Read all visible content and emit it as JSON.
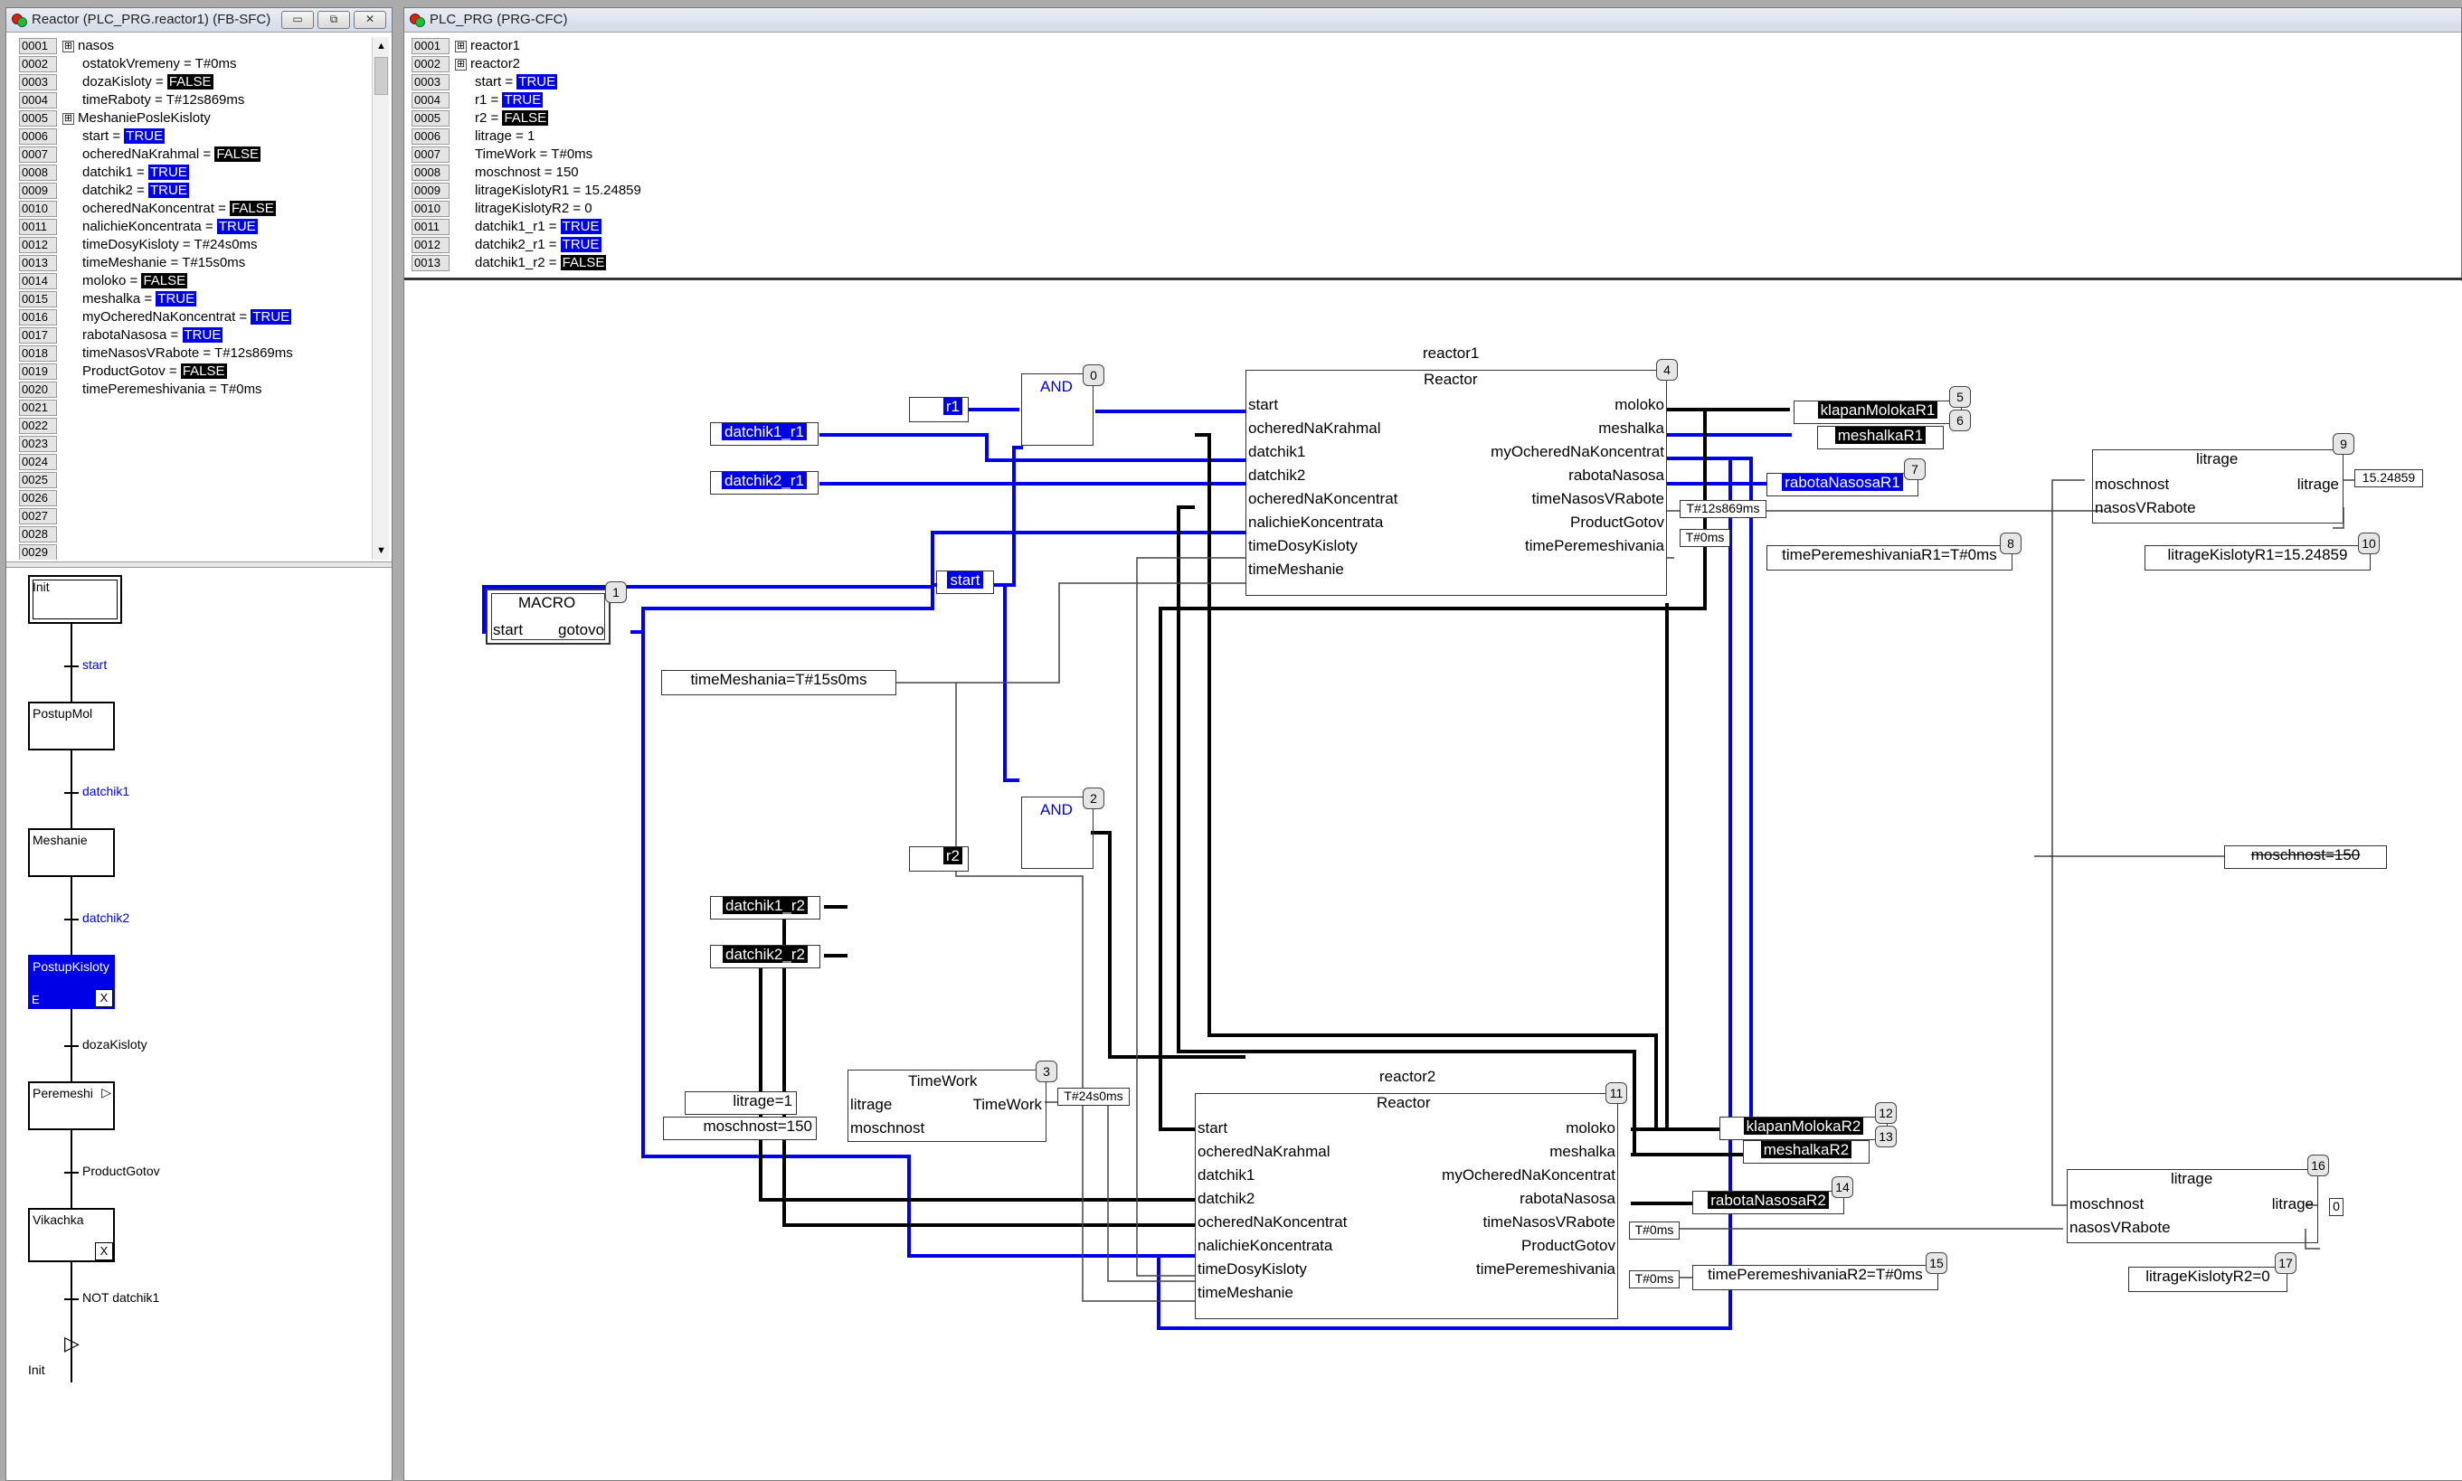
{
  "left_window": {
    "title": "Reactor (PLC_PRG.reactor1) (FB-SFC)",
    "buttons": {
      "minimize": "▭",
      "restore": "⧉",
      "close": "✕"
    },
    "variables": [
      {
        "num": "0001",
        "text": "nasos",
        "expand": "⊞"
      },
      {
        "num": "0002",
        "text": "ostatokVremeny = T#0ms"
      },
      {
        "num": "0003",
        "text": "dozaKisloty = ",
        "val": "FALSE"
      },
      {
        "num": "0004",
        "text": "timeRaboty = T#12s869ms"
      },
      {
        "num": "0005",
        "text": "MeshaniePosleKisloty",
        "expand": "⊞"
      },
      {
        "num": "0006",
        "text": "start = ",
        "val": "TRUE"
      },
      {
        "num": "0007",
        "text": "ocheredNaKrahmal = ",
        "val": "FALSE"
      },
      {
        "num": "0008",
        "text": "datchik1 = ",
        "val": "TRUE"
      },
      {
        "num": "0009",
        "text": "datchik2 = ",
        "val": "TRUE"
      },
      {
        "num": "0010",
        "text": "ocheredNaKoncentrat = ",
        "val": "FALSE"
      },
      {
        "num": "0011",
        "text": "nalichieKoncentrata = ",
        "val": "TRUE"
      },
      {
        "num": "0012",
        "text": "timeDosyKisloty = T#24s0ms"
      },
      {
        "num": "0013",
        "text": "timeMeshanie = T#15s0ms"
      },
      {
        "num": "0014",
        "text": "moloko = ",
        "val": "FALSE"
      },
      {
        "num": "0015",
        "text": "meshalka = ",
        "val": "TRUE"
      },
      {
        "num": "0016",
        "text": "myOcheredNaKoncentrat = ",
        "val": "TRUE"
      },
      {
        "num": "0017",
        "text": "rabotaNasosa = ",
        "val": "TRUE"
      },
      {
        "num": "0018",
        "text": "timeNasosVRabote = T#12s869ms"
      },
      {
        "num": "0019",
        "text": "ProductGotov = ",
        "val": "FALSE"
      },
      {
        "num": "0020",
        "text": "timePeremeshivania = T#0ms"
      },
      {
        "num": "0021",
        "text": ""
      },
      {
        "num": "0022",
        "text": ""
      },
      {
        "num": "0023",
        "text": ""
      },
      {
        "num": "0024",
        "text": ""
      },
      {
        "num": "0025",
        "text": ""
      },
      {
        "num": "0026",
        "text": ""
      },
      {
        "num": "0027",
        "text": ""
      },
      {
        "num": "0028",
        "text": ""
      },
      {
        "num": "0029",
        "text": ""
      }
    ],
    "sfc": {
      "steps": [
        "Init",
        "PostupMol",
        "Meshanie",
        "PostupKisloty",
        "Peremeshi",
        "Vikachka"
      ],
      "step_flags": {
        "E": "E",
        "X": "X"
      },
      "transitions": [
        "start",
        "datchik1",
        "datchik2",
        "dozaKisloty",
        "ProductGotov",
        "NOT datchik1"
      ],
      "jump_target": "Init"
    }
  },
  "right_window": {
    "title": "PLC_PRG (PRG-CFC)",
    "variables": [
      {
        "num": "0001",
        "text": "reactor1",
        "expand": "⊞"
      },
      {
        "num": "0002",
        "text": "reactor2",
        "expand": "⊞"
      },
      {
        "num": "0003",
        "text": "start = ",
        "val": "TRUE"
      },
      {
        "num": "0004",
        "text": "r1 = ",
        "val": "TRUE"
      },
      {
        "num": "0005",
        "text": "r2 = ",
        "val": "FALSE"
      },
      {
        "num": "0006",
        "text": "litrage = 1"
      },
      {
        "num": "0007",
        "text": "TimeWork = T#0ms"
      },
      {
        "num": "0008",
        "text": "moschnost = 150"
      },
      {
        "num": "0009",
        "text": "litrageKislotyR1 = 15.24859"
      },
      {
        "num": "0010",
        "text": "litrageKislotyR2 = 0"
      },
      {
        "num": "0011",
        "text": "datchik1_r1 = ",
        "val": "TRUE"
      },
      {
        "num": "0012",
        "text": "datchik2_r1 = ",
        "val": "TRUE"
      },
      {
        "num": "0013",
        "text": "datchik1_r2 = ",
        "val": "FALSE"
      }
    ]
  },
  "cfc": {
    "and_label": "AND",
    "macro": {
      "title": "MACRO",
      "in": "start",
      "out": "gotovo",
      "num": "1"
    },
    "and1": {
      "num": "0"
    },
    "and2": {
      "num": "2"
    },
    "inputs": {
      "r1": "r1",
      "datchik1_r1": "datchik1_r1",
      "datchik2_r1": "datchik2_r1",
      "start": "start",
      "timeMeshania": "timeMeshania=T#15s0ms",
      "r2": "r2",
      "datchik1_r2": "datchik1_r2",
      "datchik2_r2": "datchik2_r2",
      "litrage1": "litrage=1",
      "moschnost150": "moschnost=150",
      "moschnost150b": "moschnost=150"
    },
    "reactor1": {
      "instance": "reactor1",
      "type": "Reactor",
      "num": "4",
      "ins": [
        "start",
        "ocheredNaKrahmal",
        "datchik1",
        "datchik2",
        "ocheredNaKoncentrat",
        "nalichieKoncentrata",
        "timeDosyKisloty",
        "timeMeshanie"
      ],
      "outs": [
        "moloko",
        "meshalka",
        "myOcheredNaKoncentrat",
        "rabotaNasosa",
        "timeNasosVRabote",
        "ProductGotov",
        "timePeremeshivania"
      ],
      "out_vals": {
        "timeNasos": "T#12s869ms",
        "timePer": "T#0ms"
      }
    },
    "reactor2": {
      "instance": "reactor2",
      "type": "Reactor",
      "num": "11",
      "ins": [
        "start",
        "ocheredNaKrahmal",
        "datchik1",
        "datchik2",
        "ocheredNaKoncentrat",
        "nalichieKoncentrata",
        "timeDosyKisloty",
        "timeMeshanie"
      ],
      "outs": [
        "moloko",
        "meshalka",
        "myOcheredNaKoncentrat",
        "rabotaNasosa",
        "timeNasosVRabote",
        "ProductGotov",
        "timePeremeshivania"
      ],
      "out_vals": {
        "timeNasos": "T#0ms",
        "timePer": "T#0ms"
      }
    },
    "timework": {
      "title": "TimeWork",
      "in1": "litrage",
      "in2": "moschnost",
      "out": "TimeWork",
      "out_val": "T#24s0ms",
      "num": "3"
    },
    "litrage1": {
      "title": "litrage",
      "in1": "moschnost",
      "in2": "nasosVRabote",
      "out": "litrage",
      "out_val": "15.24859",
      "num": "9"
    },
    "litrage2": {
      "title": "litrage",
      "in1": "moschnost",
      "in2": "nasosVRabote",
      "out": "litrage",
      "out_val": "0",
      "num": "16"
    },
    "outputs": {
      "klapanMolokaR1": {
        "text": "klapanMolokaR1",
        "num": "5"
      },
      "meshalkaR1": {
        "text": "meshalkaR1",
        "num": "6"
      },
      "rabotaNasosaR1": {
        "text": "rabotaNasosaR1",
        "num": "7"
      },
      "timePeremeshivaniaR1": {
        "text": "timePeremeshivaniaR1=T#0ms",
        "num": "8"
      },
      "litrageKislotyR1": {
        "text": "litrageKislotyR1=15.24859",
        "num": "10"
      },
      "klapanMolokaR2": {
        "text": "klapanMolokaR2",
        "num": "12"
      },
      "meshalkaR2": {
        "text": "meshalkaR2",
        "num": "13"
      },
      "rabotaNasosaR2": {
        "text": "rabotaNasosaR2",
        "num": "14"
      },
      "timePeremeshivaniaR2": {
        "text": "timePeremeshivaniaR2=T#0ms",
        "num": "15"
      },
      "litrageKislotyR2": {
        "text": "litrageKislotyR2=0",
        "num": "17"
      }
    }
  }
}
